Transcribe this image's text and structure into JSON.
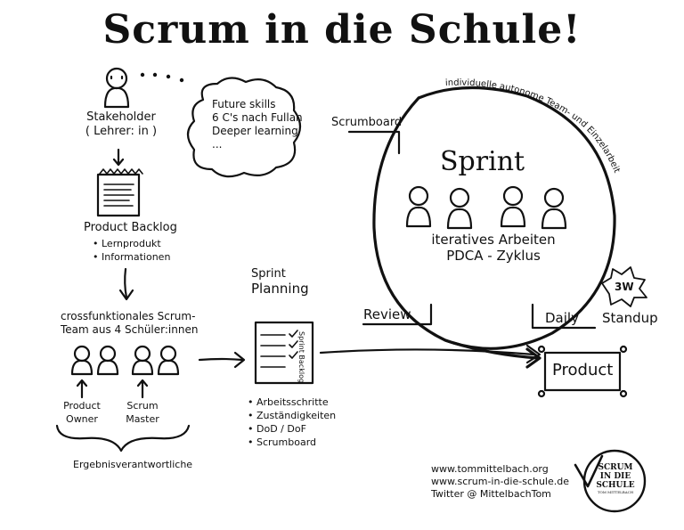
{
  "title": "Scrum in die Schule!",
  "stakeholder": {
    "label": "Stakeholder",
    "sub": "( Lehrer: in )"
  },
  "thought_bubble": {
    "lines": [
      "Future skills",
      "6 C's nach Fullan",
      "Deeper learning",
      "..."
    ]
  },
  "product_backlog": {
    "label": "Product Backlog",
    "items": [
      "Lernprodukt",
      "Informationen"
    ]
  },
  "team": {
    "line1": "crossfunktionales Scrum-",
    "line2": "Team aus 4 Schüler:innen"
  },
  "roles": {
    "product_owner_1": "Product",
    "product_owner_2": "Owner",
    "scrum_master_1": "Scrum",
    "scrum_master_2": "Master"
  },
  "ergebnis": "Ergebnisverantwortliche",
  "sprint_planning": {
    "line1": "Sprint",
    "line2": "Planning",
    "backlog_label": "Sprint Backlog",
    "items": [
      "Arbeitsschritte",
      "Zuständigkeiten",
      "DoD / DoF",
      "Scrumboard"
    ]
  },
  "scrumboard": "Scrumboard",
  "circle_text": "individuelle autonome Team- und Einzelarbeit",
  "sprint": {
    "title": "Sprint",
    "line1": "iteratives Arbeiten",
    "line2": "PDCA - Zyklus"
  },
  "review": "Review",
  "daily": {
    "word1": "Daily",
    "word2": "Standup",
    "badge": "3W"
  },
  "product": "Product",
  "links": {
    "web1": "www.tommittelbach.org",
    "web2": "www.scrum-in-die-schule.de",
    "twitter": "Twitter @ MittelbachTom"
  },
  "logo": {
    "line1": "SCRUM",
    "line2": "IN DIE",
    "line3": "SCHULE",
    "line4": "TOM MITTELBACH"
  }
}
